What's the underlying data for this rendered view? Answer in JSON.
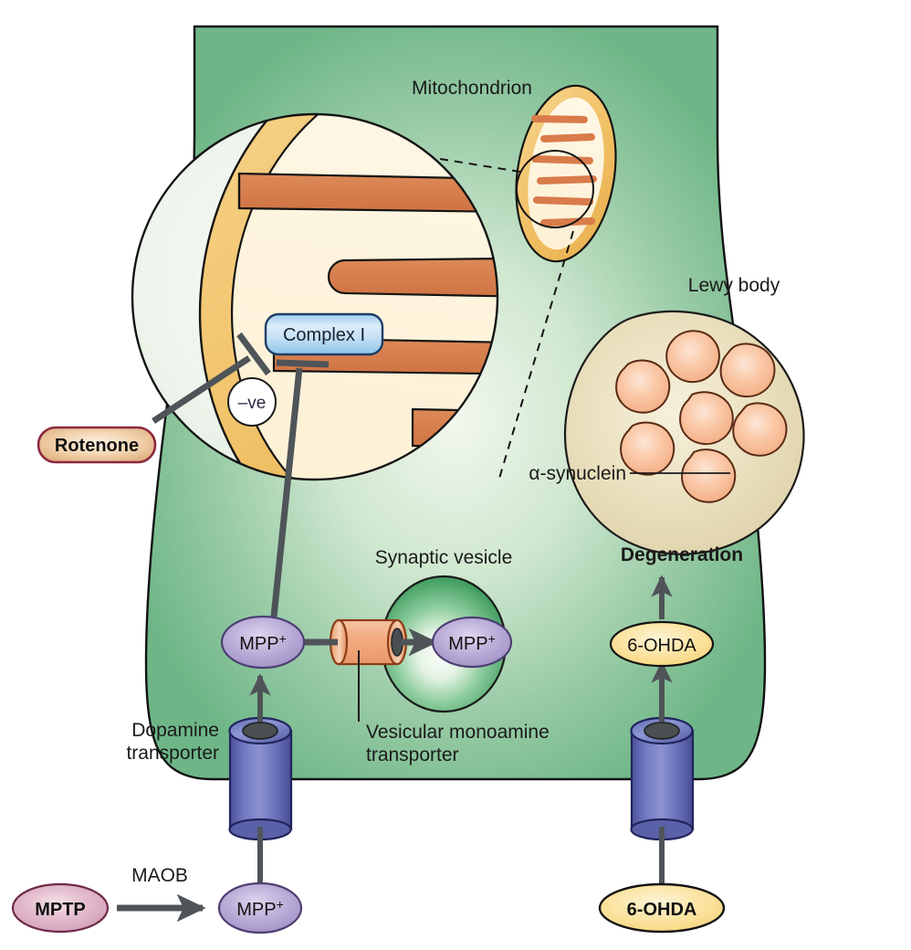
{
  "figure": {
    "title": "Dopaminergic neuron toxicity pathways",
    "type": "biological-pathway-diagram",
    "background": "#ffffff"
  },
  "colors": {
    "cell_fill_edge": "#73b98a",
    "cell_fill_center": "#eef6ea",
    "cell_stroke": "#111111",
    "mito_membrane": "#f3c168",
    "mito_lumen": "#fdf3dd",
    "cristae": "#d97b4a",
    "complex1_fill": "#cfe6f7",
    "complex1_stroke": "#1d3f66",
    "rotenone_fill": "#f0cfa8",
    "rotenone_stroke": "#8e2741",
    "mpp_fill": "#b7a9d4",
    "mpp_stroke": "#4d3f72",
    "mptp_fill": "#e6b9cb",
    "mptp_stroke": "#6e2a48",
    "ohda_fill": "#fbe19b",
    "ohda_stroke": "#111111",
    "transporter_fill": "#6b73b8",
    "transporter_stroke": "#20245c",
    "vmat_fill": "#f2a87d",
    "vmat_stroke": "#8c3d18",
    "vesicle_fill": "#49a86c",
    "lewy_fill": "#e8dfbe",
    "synuclein_fill": "#f7c4a0",
    "synuclein_stroke": "#5a2b16",
    "arrow_gray": "#4e5458",
    "pore_dark": "#4a4f52"
  },
  "labels": {
    "mitochondrion": "Mitochondrion",
    "lewy_body": "Lewy body",
    "alpha_synuclein": "α-synuclein",
    "complex1": "Complex I",
    "negative_feedback": "–ve",
    "rotenone": "Rotenone",
    "synaptic_vesicle": "Synaptic vesicle",
    "vesicular_monoamine_transporter_line1": "Vesicular monoamine",
    "vesicular_monoamine_transporter_line2": "transporter",
    "dopamine_transporter_line1": "Dopamine",
    "dopamine_transporter_line2": "transporter",
    "degeneration": "Degeneration",
    "maob": "MAOB",
    "mpp_cytosol": "MPP",
    "mpp_cytosol_sup": "+",
    "mpp_vesicle": "MPP",
    "mpp_vesicle_sup": "+",
    "mpp_extracellular": "MPP",
    "mpp_extracellular_sup": "+",
    "mptp": "MPTP",
    "ohda_inside": "6-OHDA",
    "ohda_outside": "6-OHDA"
  },
  "entities": [
    {
      "name": "mitochondrion",
      "kind": "organelle",
      "label": "Mitochondrion"
    },
    {
      "name": "magnified-mitochondrion",
      "kind": "callout",
      "label": ""
    },
    {
      "name": "complex-i",
      "kind": "protein-complex",
      "label": "Complex I"
    },
    {
      "name": "rotenone",
      "kind": "toxin",
      "label": "Rotenone"
    },
    {
      "name": "lewy-body",
      "kind": "inclusion",
      "label": "Lewy body"
    },
    {
      "name": "alpha-synuclein",
      "kind": "protein",
      "label": "α-synuclein",
      "count": 7
    },
    {
      "name": "synaptic-vesicle",
      "kind": "organelle",
      "label": "Synaptic vesicle"
    },
    {
      "name": "vesicular-monoamine-transporter",
      "kind": "transporter",
      "label": "Vesicular monoamine transporter"
    },
    {
      "name": "dopamine-transporter",
      "kind": "transporter",
      "label": "Dopamine transporter"
    },
    {
      "name": "mptp",
      "kind": "toxin",
      "label": "MPTP"
    },
    {
      "name": "mpp-plus",
      "kind": "metabolite",
      "label": "MPP+"
    },
    {
      "name": "6-ohda",
      "kind": "toxin",
      "label": "6-OHDA"
    },
    {
      "name": "maob",
      "kind": "enzyme",
      "label": "MAOB"
    },
    {
      "name": "degeneration",
      "kind": "outcome",
      "label": "Degeneration"
    }
  ],
  "relations": [
    {
      "from": "MPTP",
      "to": "MPP+",
      "via": "MAOB",
      "type": "conversion-arrow"
    },
    {
      "from": "MPP+ (extracellular)",
      "to": "MPP+ (cytosol)",
      "via": "Dopamine transporter",
      "type": "uptake-arrow"
    },
    {
      "from": "MPP+ (cytosol)",
      "to": "MPP+ (synaptic vesicle)",
      "via": "Vesicular monoamine transporter",
      "type": "transport-arrow"
    },
    {
      "from": "MPP+ (cytosol)",
      "to": "Complex I",
      "type": "inhibition"
    },
    {
      "from": "Rotenone",
      "to": "Complex I",
      "type": "inhibition"
    },
    {
      "from": "6-OHDA (extracellular)",
      "to": "6-OHDA (cytosol)",
      "via": "Dopamine transporter",
      "type": "uptake-arrow"
    },
    {
      "from": "6-OHDA (cytosol)",
      "to": "Degeneration",
      "type": "causal-arrow"
    },
    {
      "from": "Complex I",
      "to": "–ve",
      "type": "annotation"
    }
  ]
}
